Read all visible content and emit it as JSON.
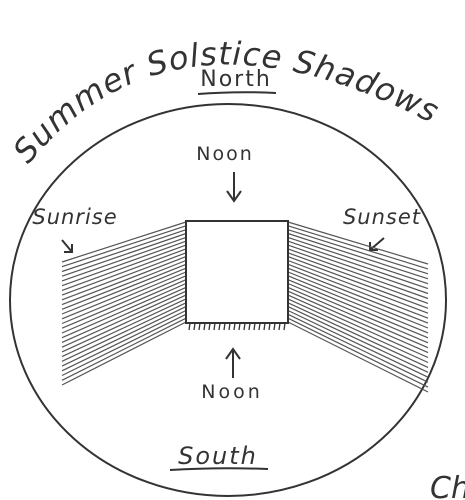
{
  "diagram": {
    "title": "Summer Solstice Shadows",
    "labels": {
      "north": "North",
      "south": "South",
      "noon_top": "Noon",
      "noon_bottom": "Noon",
      "sunrise": "Sunrise",
      "sunset": "Sunset",
      "corner_fragment": "Ch"
    }
  },
  "colors": {
    "paper": "#ffffff",
    "pencil": "#333333",
    "hatch": "#555555"
  }
}
